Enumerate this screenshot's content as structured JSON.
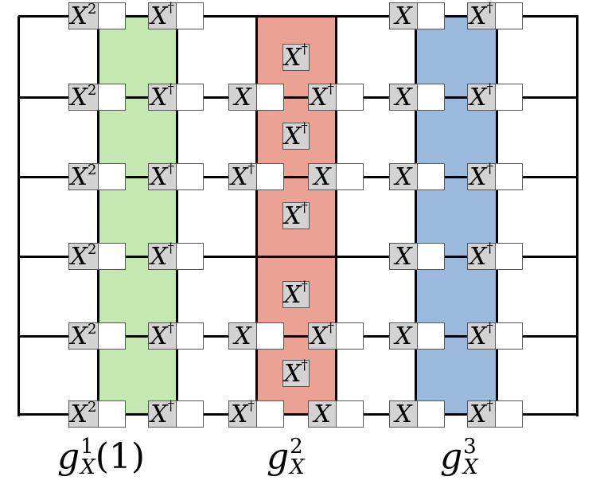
{
  "diagram": {
    "colors": {
      "green": "#c4e8b0",
      "red": "#eca195",
      "blue": "#9ab9dc",
      "gate": "#d3d3d3"
    },
    "strips": [
      {
        "name": "green-strip",
        "color": "green"
      },
      {
        "name": "red-strip",
        "color": "red"
      },
      {
        "name": "blue-strip",
        "color": "blue"
      }
    ],
    "gate_labels": {
      "X2": "X²",
      "Xdag": "X†",
      "X": "X"
    },
    "columns": [
      {
        "name": "col-1",
        "rows": [
          "X2",
          "X2",
          "X2",
          "X2",
          "X2",
          "X2"
        ]
      },
      {
        "name": "col-2",
        "rows": [
          "Xdag",
          "Xdag",
          "Xdag",
          "Xdag",
          "Xdag",
          "Xdag"
        ]
      },
      {
        "name": "col-3",
        "rows": [
          null,
          "X",
          "Xdag",
          null,
          "X",
          "Xdag"
        ]
      },
      {
        "name": "col-4",
        "rows": [
          null,
          "Xdag",
          "X",
          null,
          "Xdag",
          "X"
        ]
      },
      {
        "name": "col-5",
        "rows": [
          "X",
          "X",
          "X",
          "X",
          "X",
          "X"
        ]
      },
      {
        "name": "col-6",
        "rows": [
          "Xdag",
          "Xdag",
          "Xdag",
          "Xdag",
          "Xdag",
          "Xdag"
        ]
      }
    ],
    "red_inner": [
      "Xdag",
      "Xdag",
      "Xdag",
      "Xdag",
      "Xdag"
    ],
    "captions": [
      {
        "name": "caption-g1",
        "letter": "g",
        "sup": "1",
        "sub": "X",
        "arg": "(1)"
      },
      {
        "name": "caption-g2",
        "letter": "g",
        "sup": "2",
        "sub": "X",
        "arg": ""
      },
      {
        "name": "caption-g3",
        "letter": "g",
        "sup": "3",
        "sub": "X",
        "arg": ""
      }
    ]
  }
}
